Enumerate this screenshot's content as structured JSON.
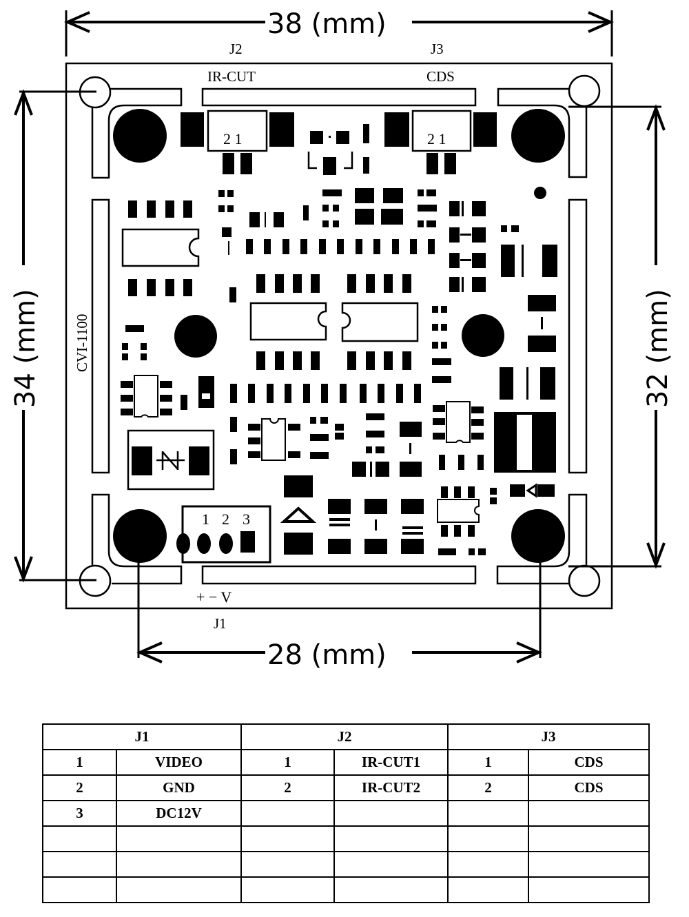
{
  "dimensions": {
    "width_top": "38 (mm)",
    "height_left": "34 (mm)",
    "height_right": "32 (mm)",
    "width_bottom": "28 (mm)"
  },
  "silkscreen": {
    "j2_label": "J2",
    "j3_label": "J3",
    "ir_cut_label": "IR-CUT",
    "cds_label": "CDS",
    "model_label": "CVI-1100",
    "j2_pins": "2 1",
    "j3_pins": "2 1",
    "j1_pins": [
      "1",
      "2",
      "3"
    ],
    "j1_polarity": "+ − V",
    "j1_label": "J1"
  },
  "pinout_table": {
    "headers": [
      "J1",
      "J2",
      "J3"
    ],
    "rows": [
      [
        "1",
        "VIDEO",
        "1",
        "IR-CUT1",
        "1",
        "CDS"
      ],
      [
        "2",
        "GND",
        "2",
        "IR-CUT2",
        "2",
        "CDS"
      ],
      [
        "3",
        "DC12V",
        "",
        "",
        "",
        ""
      ],
      [
        "",
        "",
        "",
        "",
        "",
        ""
      ],
      [
        "",
        "",
        "",
        "",
        "",
        ""
      ],
      [
        "",
        "",
        "",
        "",
        "",
        ""
      ]
    ]
  }
}
